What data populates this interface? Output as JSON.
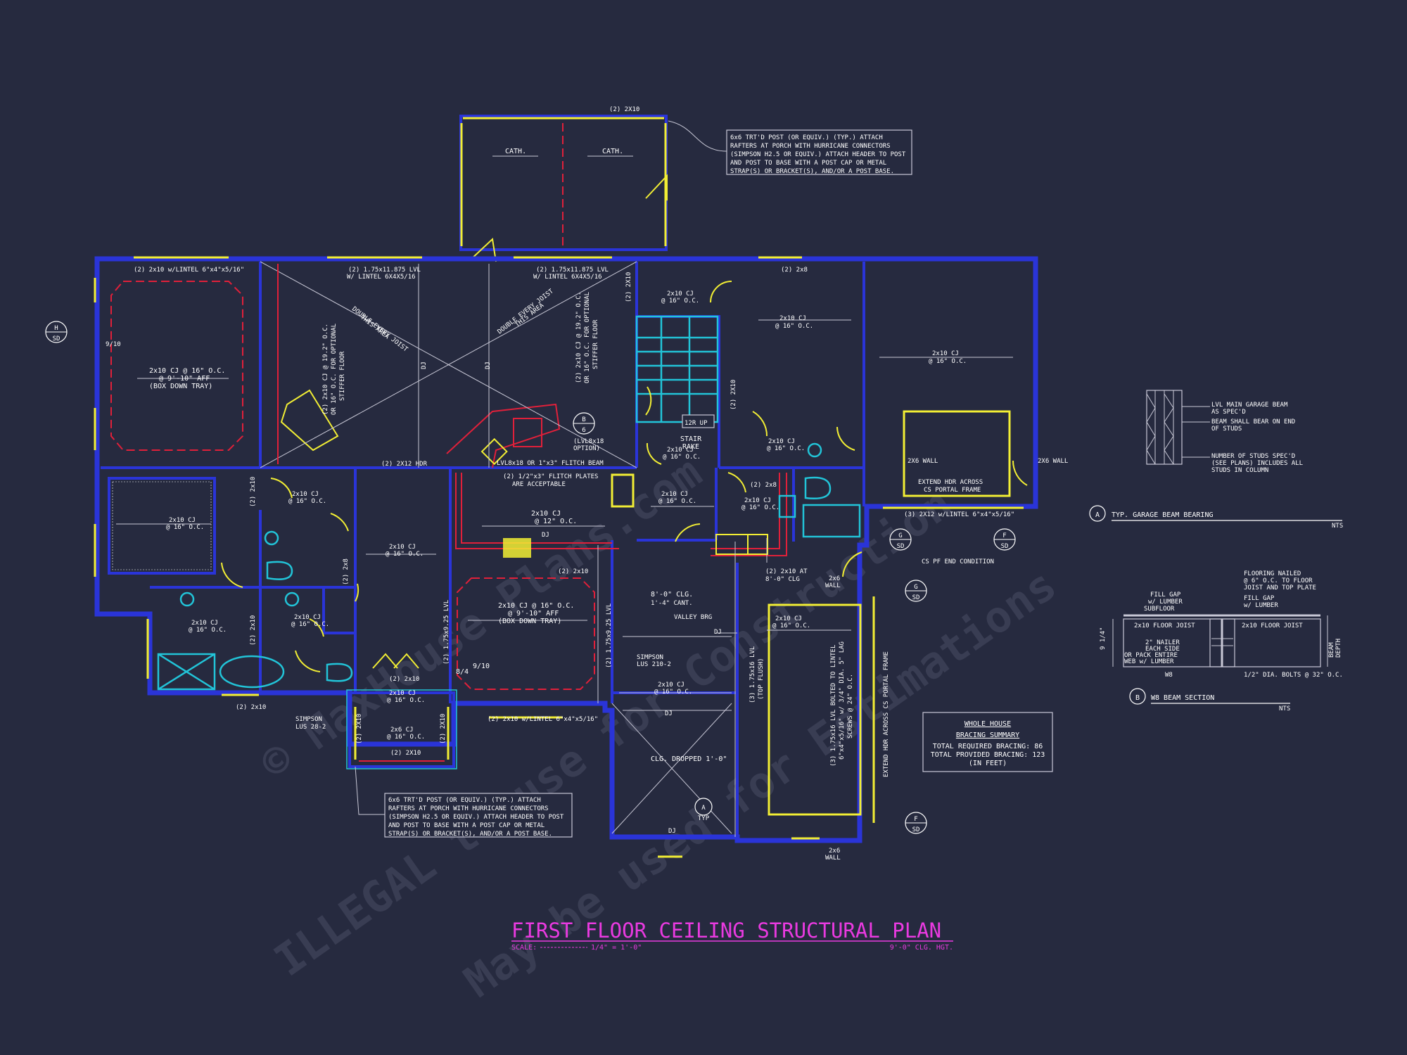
{
  "title": {
    "main": "FIRST FLOOR CEILING STRUCTURAL PLAN",
    "scale_label": "SCALE:",
    "scale_value": "1/4\" = 1'-0\"",
    "ceiling_height": "9'-0\" CLG. HGT."
  },
  "colors": {
    "background": "#262a3f",
    "walls": "#2a34d8",
    "windows": "#f2ee34",
    "beams": "#e0203a",
    "fixtures": "#22c4d8",
    "title": "#e93ae0",
    "text": "#ffffff"
  },
  "watermark": {
    "line1": "© MaxHouse Plans.com",
    "line2": "ILLEGAL to use for Construction",
    "line3": "May be used for Estimations"
  },
  "notes": {
    "porch_top": [
      "6x6 TRT'D POST (OR EQUIV.) (TYP.) ATTACH",
      "RAFTERS AT PORCH WITH HURRICANE CONNECTORS",
      "(SIMPSON H2.5 OR EQUIV.) ATTACH HEADER TO POST",
      "AND POST TO BASE WITH A POST CAP OR METAL",
      "STRAP(S) OR BRACKET(S), AND/OR A POST BASE."
    ],
    "porch_bottom": [
      "6x6 TRT'D POST (OR EQUIV.) (TYP.) ATTACH",
      "RAFTERS AT PORCH WITH HURRICANE CONNECTORS",
      "(SIMPSON H2.5 OR EQUIV.) ATTACH HEADER TO POST",
      "AND POST TO BASE WITH A POST CAP OR METAL",
      "STRAP(S) OR BRACKET(S), AND/OR A POST BASE."
    ],
    "bracing": {
      "title1": "WHOLE HOUSE",
      "title2": "BRACING SUMMARY",
      "required": "TOTAL REQUIRED BRACING: 86",
      "provided": "TOTAL PROVIDED BRACING: 123",
      "unit": "(IN FEET)"
    }
  },
  "details": {
    "garage_beam": {
      "tag": "A",
      "title": "TYP. GARAGE BEAM BEARING",
      "nts": "NTS",
      "callouts": [
        "LVL MAIN GARAGE BEAM",
        "AS SPEC'D",
        "BEAM SHALL BEAR ON END",
        "OF STUDS",
        "NUMBER OF STUDS SPEC'D",
        "(SEE PLANS) INCLUDES ALL",
        "STUDS IN COLUMN"
      ]
    },
    "w8_section": {
      "tag": "B",
      "title": "W8 BEAM SECTION",
      "nts": "NTS",
      "callouts": {
        "fill_gap_l": [
          "FILL GAP",
          "w/ LUMBER"
        ],
        "subfloor": "SUBFLOOR",
        "flooring": [
          "FLOORING NAILED",
          "@ 6\" O.C. TO FLOOR",
          "JOIST AND TOP PLATE"
        ],
        "fill_gap_r": [
          "FILL GAP",
          "w/ LUMBER"
        ],
        "joist_l": "2x10 FLOOR JOIST",
        "joist_r": "2x10 FLOOR JOIST",
        "nailer": [
          "2\" NAILER",
          "EACH SIDE",
          "OR PACK ENTIRE",
          "WEB w/ LUMBER"
        ],
        "w8": "W8",
        "bolts": "1/2\" DIA. BOLTS @ 32\" O.C.",
        "dim_l": "9 1/4\"",
        "dim_r": [
          "BEAM",
          "DEPTH"
        ]
      }
    }
  },
  "labels": {
    "cath_l": "CATH.",
    "cath_r": "CATH.",
    "porch_hdr": "(2) 2X10",
    "lintel_1": "(2) 2x10 w/LINTEL 6\"x4\"x5/16\"",
    "lvl_1": [
      "(2) 1.75x11.875 LVL",
      "W/ LINTEL 6X4X5/16"
    ],
    "lvl_2": [
      "(2) 1.75x11.875 LVL",
      "W/ LINTEL 6X4X5/16"
    ],
    "hdr_2x8_a": "(2) 2x8",
    "master_cj": [
      "2x10 CJ @ 16\" O.C.",
      "@ 9'-10\" AFF",
      "(BOX DOWN TRAY)"
    ],
    "great_1": [
      "(2) 2x10 CJ @ 19.2\" O.C.",
      "OR 16\" O.C. FOR OPTIONAL",
      "STIFFER FLOOR"
    ],
    "great_2": [
      "(2) 2x10 CJ @ 19.2\" O.C.",
      "OR 16\" O.C. FOR OPTIONAL",
      "STIFFER FLOOR"
    ],
    "double_1": [
      "DOUBLE EVERY JOIST",
      "THIS AREA"
    ],
    "double_2": [
      "DOUBLE EVERY JOIST",
      "THIS AREA"
    ],
    "dj": "DJ",
    "stair_cj": [
      "2x10 CJ",
      "@ 16\" O.C."
    ],
    "hdr_2x10_v": "(2) 2X10",
    "room_cj_1": [
      "2x10 CJ",
      "@ 16\" O.C."
    ],
    "garage_cj": [
      "2x10 CJ",
      "@ 16\" O.C."
    ],
    "bed2_cj": [
      "2x10 CJ",
      "@ 16\" O.C."
    ],
    "hall_cj": [
      "2x10 CJ",
      "@ 16\" O.C."
    ],
    "closet_cj": [
      "2x10 CJ",
      "@ 16\" O.C."
    ],
    "kitchen_cj": [
      "2x10 CJ",
      "@ 12\" O.C."
    ],
    "flitch": "LVL8x18 OR 1\"x3\" FLITCH BEAM",
    "flitch_plates": [
      "(2) 1/2\"x3\" FLITCH PLATES",
      "ARE ACCEPTABLE"
    ],
    "hdr_2x12": "(2) 2X12 HDR",
    "option": [
      "(LVL8x18",
      "OPTION)"
    ],
    "stair": [
      "STAIR",
      "RAKE"
    ],
    "up": "12R UP",
    "laundry_cj": [
      "2x10 CJ",
      "@ 16\" O.C."
    ],
    "laundry_cj2": [
      "2x10 CJ",
      "@ 16\" O.C."
    ],
    "laundry_cj3": [
      "2x10 CJ",
      "@ 16\" O.C."
    ],
    "hdr_2x8_b": "(2) 2x8",
    "hdr_2x10_at": [
      "(2) 2x10 AT",
      "8'-0\" CLG"
    ],
    "bath_cj": [
      "2x10 CJ",
      "@ 16\" O.C."
    ],
    "bath_cj2": [
      "2x10 CJ",
      "@ 16\" O.C."
    ],
    "dining_cj": [
      "2x10 CJ @ 16\" O.C.",
      "@ 9'-10\" AFF",
      "(BOX DOWN TRAY)"
    ],
    "lvl_v1": "(2) 1.75x9.25 LVL",
    "lvl_v2": "(2) 1.75x9.25 LVL",
    "clg_8": [
      "8'-0\" CLG.",
      "1'-4\" CANT."
    ],
    "valley": "VALLEY BRG",
    "simpson_1": [
      "SIMPSON",
      "LUS 210-2"
    ],
    "simpson_2": [
      "SIMPSON",
      "LUS 28-2"
    ],
    "clg_drop": "CLG. DROPPED 1'-0\"",
    "garage_cj2": [
      "2x10 CJ",
      "@ 16\" O.C."
    ],
    "lvl_garage": [
      "(3) 1.75x16 LVL BOLTED TO LINTEL",
      "6\"x4\"x5/16\" w/ 3/4\" DIA. 5\" LAG",
      "SCREWS @ 24\" O.C."
    ],
    "lvl_flush": [
      "(3) 1.75x16 LVL",
      "(TOP FLUSH)"
    ],
    "extend_hdr": "EXTEND HDR ACROSS CS PORTAL FRAME",
    "extend_hdr2": [
      "EXTEND HDR ACROSS",
      "CS PORTAL FRAME"
    ],
    "wall_2x6_a": "2X6 WALL",
    "wall_2x6_b": "2X6 WALL",
    "wall_2x6_c": [
      "2x6",
      "WALL"
    ],
    "wall_2x6_d": [
      "2x6",
      "WALL"
    ],
    "cs_end": "CS PF END CONDITION",
    "lintel_2": "(3) 2X12 w/LINTEL 6\"x4\"x5/16\"",
    "lintel_3": "(2) 2x10 w/LINTEL 6\"x4\"x5/16\"",
    "hdr_2x10_b": "(2) 2x10",
    "hdr_2x10_c": "(2) 2x10",
    "hdr_2x10_d": "(2) 2x10",
    "hdr_2x10_e": "(2) 2X10",
    "hdr_2x10_f": "(2) 2X10",
    "hdr_2x10_g": "(2) 2X10",
    "hdr_2x10_h": "(2) 2X10",
    "hdr_2x10_i": "(2) 2x10",
    "hdr_2x8_c": "(2) 2x8",
    "porch_cj": [
      "2x10 CJ",
      "@ 16\" O.C."
    ],
    "porch_cj2": [
      "2x6 CJ",
      "@ 16\" O.C."
    ],
    "room_cj_2": [
      "2x10 CJ",
      "@ 16\" O.C."
    ],
    "room_cj_3": [
      "2x10 CJ",
      "@ 16\" O.C."
    ],
    "dim_910": "9/10",
    "dim_910b": "9/10",
    "dim_84": "8/4",
    "hdr_2x10_garage": "(2) 2x10",
    "typ": "TYP"
  },
  "tags": [
    {
      "id": "H",
      "sheet": "SD"
    },
    {
      "id": "B",
      "sheet": "6"
    },
    {
      "id": "G",
      "sheet": "SD"
    },
    {
      "id": "F",
      "sheet": "SD"
    },
    {
      "id": "G",
      "sheet": "SD"
    },
    {
      "id": "A",
      "sheet": "TYP"
    },
    {
      "id": "F",
      "sheet": "SD"
    }
  ]
}
